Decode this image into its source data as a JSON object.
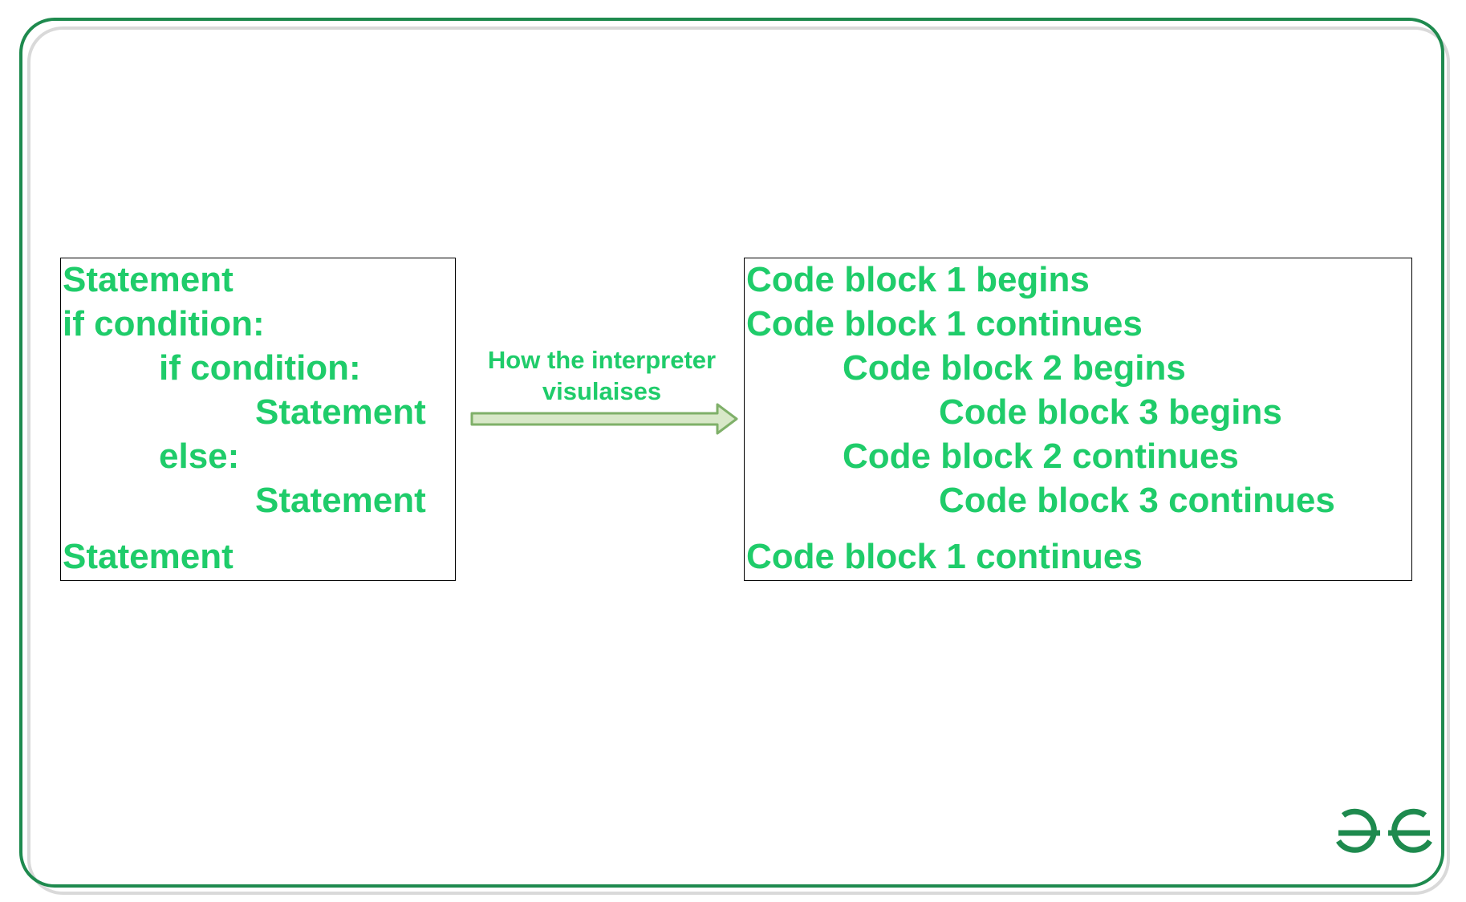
{
  "left_box": {
    "lines": [
      {
        "text": "Statement",
        "indent": 0
      },
      {
        "text": "if condition:",
        "indent": 0
      },
      {
        "text": "if condition:",
        "indent": 1
      },
      {
        "text": "Statement",
        "indent": 2
      },
      {
        "text": "else:",
        "indent": 1
      },
      {
        "text": "Statement",
        "indent": 2
      },
      {
        "text": "Statement",
        "indent": 0
      }
    ]
  },
  "arrow": {
    "label_line1": "How the interpreter",
    "label_line2": "visulaises"
  },
  "right_box": {
    "lines": [
      {
        "text": "Code block 1 begins",
        "indent": 0
      },
      {
        "text": "Code block 1 continues",
        "indent": 0
      },
      {
        "text": "Code block 2 begins",
        "indent": 1
      },
      {
        "text": "Code block 3 begins",
        "indent": 2
      },
      {
        "text": "Code block 2 continues",
        "indent": 1
      },
      {
        "text": "Code block 3 continues",
        "indent": 2
      },
      {
        "text": "Code block 1 continues",
        "indent": 0
      }
    ]
  },
  "logo": {
    "icon": "geeksforgeeks-logo-icon",
    "label": "GfG"
  },
  "colors": {
    "text_green": "#1fcc6a",
    "frame_green": "#1e8a4e",
    "arrow_fill": "#d8e8c8",
    "arrow_stroke": "#7fb069",
    "logo_green": "#1e8a4e"
  }
}
